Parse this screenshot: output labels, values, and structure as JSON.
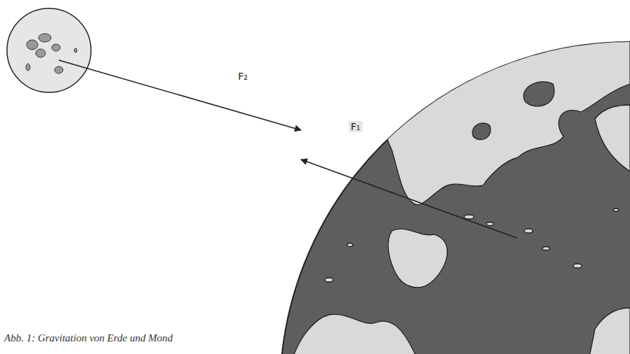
{
  "diagram": {
    "caption": "Abb. 1: Gravitation von Erde und Mond",
    "labels": [
      "F₂",
      "F₁"
    ]
  }
}
